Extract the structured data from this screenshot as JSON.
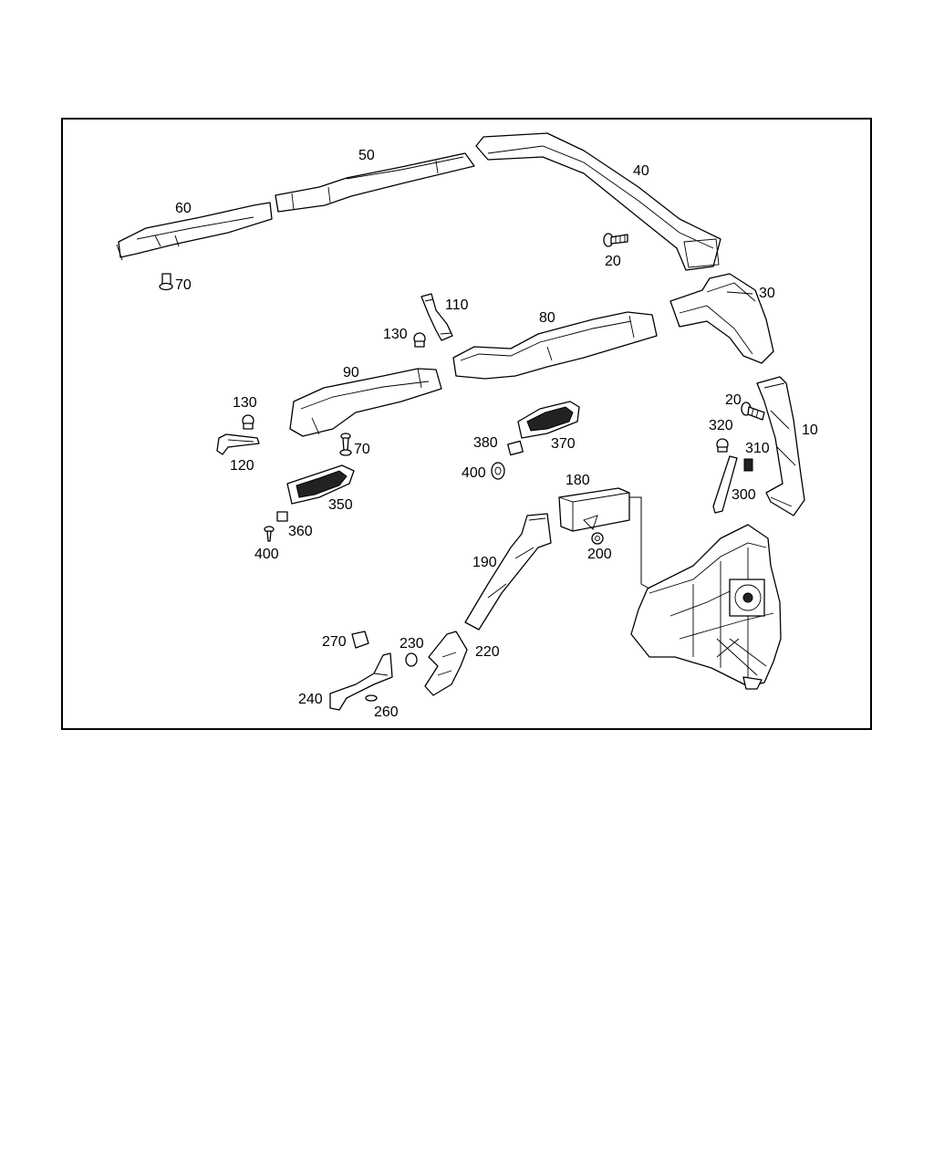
{
  "diagram": {
    "callouts": [
      {
        "id": "c10",
        "text": "10"
      },
      {
        "id": "c20a",
        "text": "20"
      },
      {
        "id": "c20b",
        "text": "20"
      },
      {
        "id": "c30",
        "text": "30"
      },
      {
        "id": "c40",
        "text": "40"
      },
      {
        "id": "c50",
        "text": "50"
      },
      {
        "id": "c60",
        "text": "60"
      },
      {
        "id": "c70a",
        "text": "70"
      },
      {
        "id": "c70b",
        "text": "70"
      },
      {
        "id": "c80",
        "text": "80"
      },
      {
        "id": "c90",
        "text": "90"
      },
      {
        "id": "c110",
        "text": "110"
      },
      {
        "id": "c120",
        "text": "120"
      },
      {
        "id": "c130a",
        "text": "130"
      },
      {
        "id": "c130b",
        "text": "130"
      },
      {
        "id": "c180",
        "text": "180"
      },
      {
        "id": "c190",
        "text": "190"
      },
      {
        "id": "c200",
        "text": "200"
      },
      {
        "id": "c220",
        "text": "220"
      },
      {
        "id": "c230",
        "text": "230"
      },
      {
        "id": "c240",
        "text": "240"
      },
      {
        "id": "c260",
        "text": "260"
      },
      {
        "id": "c270",
        "text": "270"
      },
      {
        "id": "c300",
        "text": "300"
      },
      {
        "id": "c310",
        "text": "310"
      },
      {
        "id": "c320",
        "text": "320"
      },
      {
        "id": "c350",
        "text": "350"
      },
      {
        "id": "c360",
        "text": "360"
      },
      {
        "id": "c370",
        "text": "370"
      },
      {
        "id": "c380",
        "text": "380"
      },
      {
        "id": "c400a",
        "text": "400"
      },
      {
        "id": "c400b",
        "text": "400"
      }
    ]
  }
}
